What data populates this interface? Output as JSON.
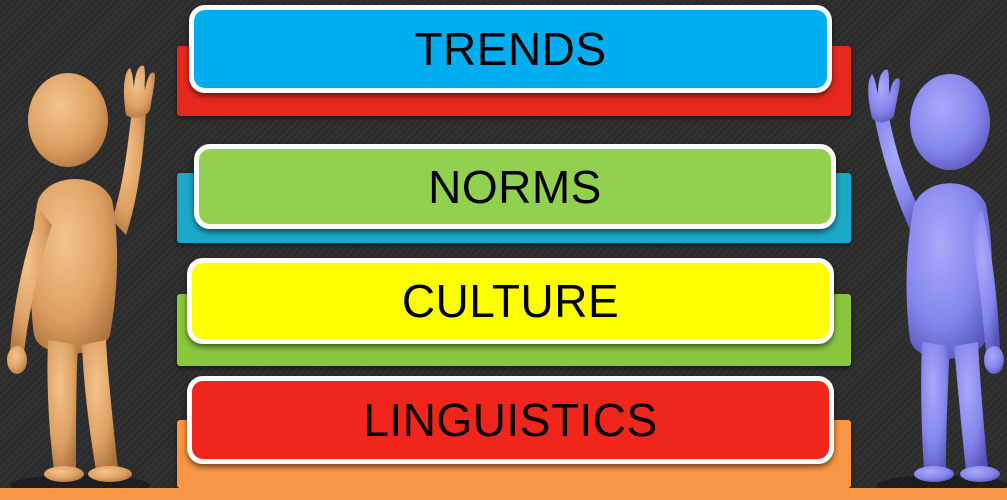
{
  "bars": [
    {
      "label": "TRENDS",
      "front_color": "#00adef",
      "back_color": "#e8281f"
    },
    {
      "label": "NORMS",
      "front_color": "#92d050",
      "back_color": "#1ba9c6"
    },
    {
      "label": "CULTURE",
      "front_color": "#ffff00",
      "back_color": "#8bc63f"
    },
    {
      "label": "LINGUISTICS",
      "front_color": "#f0261d",
      "back_color": "#f79646"
    }
  ],
  "figures": {
    "left": {
      "color": "#e6a96a",
      "icon": "waving-figure-icon"
    },
    "right": {
      "color": "#8d8df0",
      "icon": "waving-figure-icon"
    }
  },
  "floor_color": "#f79646"
}
